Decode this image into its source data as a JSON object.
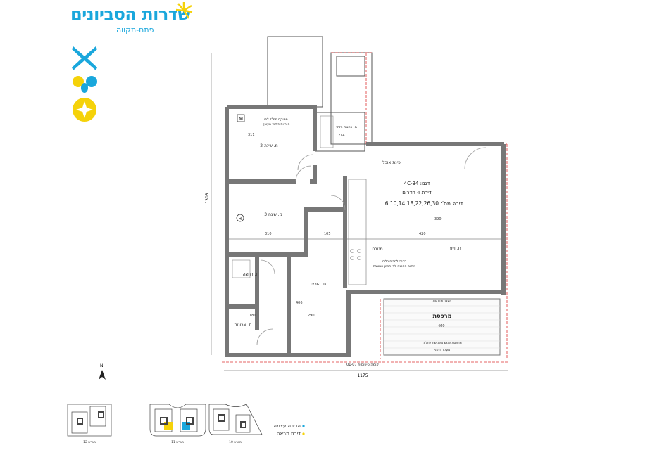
{
  "brand": {
    "title": "שדרות הסביונים",
    "subtitle": "פתח-תקווה",
    "colors": {
      "blue": "#1aa7dc",
      "yellow": "#f5d20a"
    }
  },
  "plan": {
    "type_label": "דגם: 4C-34",
    "rooms_label": "דירת 4 חדרים",
    "apartment_numbers": "דירה מס': 6,10,14,18,22,26,30",
    "rooms": {
      "bedroom2": "מ. שינה 2",
      "bedroom3": "מ. שינה 3",
      "master": "ח. הורים",
      "bath": "ח. רחצה",
      "laundry": "ח. רחצה כללי",
      "storage": "ח. ארונות",
      "kitchen": "מטבח",
      "living": "ח. דיור",
      "dining": "פינת אוכל",
      "balcony": "מרפסת",
      "mamad": "ממ\"ד",
      "kitchen_note_1": "הכנה למדיח כלים",
      "kitchen_note_2": "מיקום ההכנה לפי תכנון המטבח",
      "mamad_note_1": "ממוקם ממ\"ד לפי",
      "mamad_note_2": "הנחיות פיקוד העורף",
      "balcony_note_1": "מרפסת שמש משמשת לתליה",
      "balcony_note_2": "מעקה תקני",
      "balcony_exit": "מעבר מדרגות",
      "bottom_note": "קומה טיפוסית 01-07"
    },
    "dimensions": {
      "total_height": "1303",
      "total_width": "1175",
      "d311": "311",
      "d310": "310",
      "d105": "105",
      "d420": "420",
      "d460": "460",
      "d180": "180",
      "d290": "290",
      "d214": "214",
      "d406": "406",
      "d390": "390"
    },
    "markers": {
      "m": "M",
      "h": "H"
    }
  },
  "compass": {
    "north": "N"
  },
  "key_plans": [
    {
      "label": "מגרש 12"
    },
    {
      "label": "מגרש 11"
    },
    {
      "label": "מגרש 10"
    }
  ],
  "legend": [
    {
      "label": "הדירה עצמה",
      "color": "#1aa7dc"
    },
    {
      "label": "דירת מראה",
      "color": "#f5d20a"
    }
  ]
}
